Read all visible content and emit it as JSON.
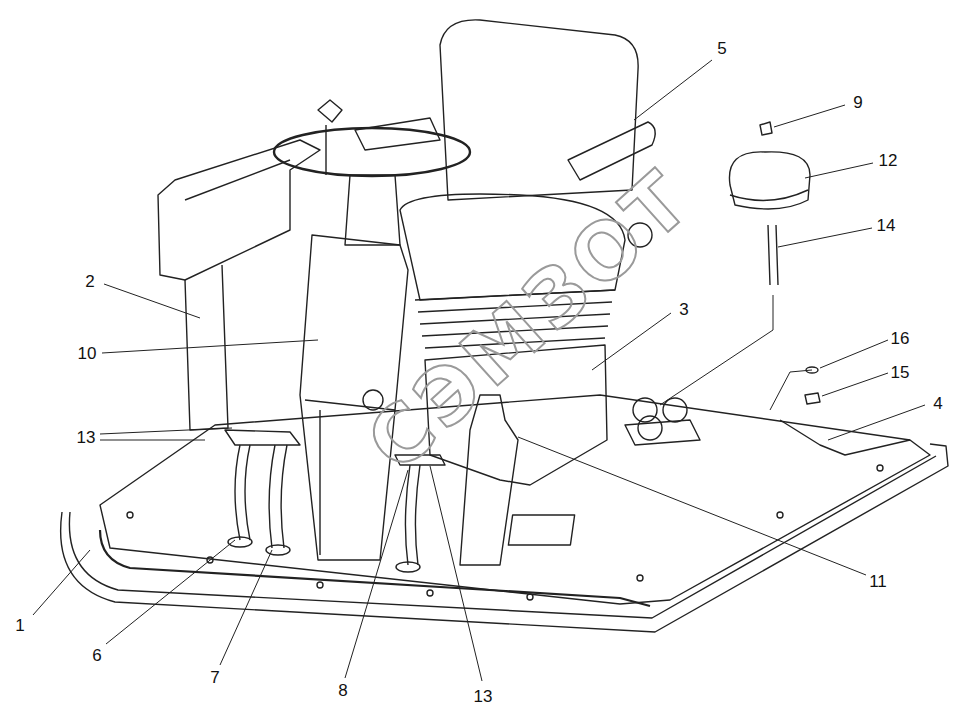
{
  "diagram": {
    "labels": [
      "5",
      "9",
      "12",
      "14",
      "2",
      "3",
      "16",
      "15",
      "10",
      "4",
      "13",
      "11",
      "1",
      "6",
      "7",
      "8",
      "13",
      "СЭМЗОТ"
    ]
  }
}
